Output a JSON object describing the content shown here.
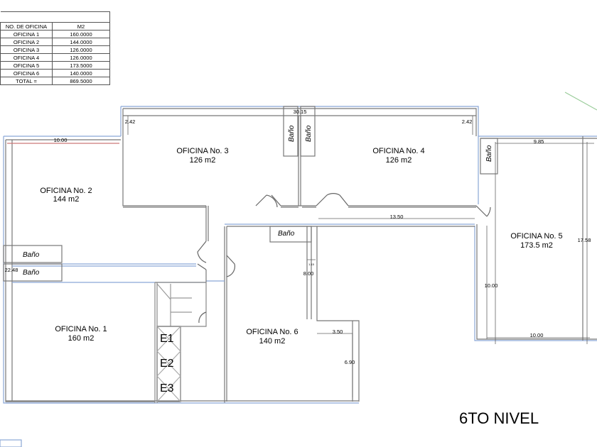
{
  "area_table": {
    "headers": [
      "NO. DE OFICINA",
      "M2"
    ],
    "rows": [
      {
        "name": "OFICINA 1",
        "m2": "160.0000"
      },
      {
        "name": "OFICINA 2",
        "m2": "144.0000"
      },
      {
        "name": "OFICINA 3",
        "m2": "126.0000"
      },
      {
        "name": "OFICINA 4",
        "m2": "126.0000"
      },
      {
        "name": "OFICINA 5",
        "m2": "173.5000"
      },
      {
        "name": "OFICINA 6",
        "m2": "140.0000"
      }
    ],
    "total_label": "TOTAL =",
    "total_value": "869.5000"
  },
  "rooms": {
    "of1": {
      "name": "OFICINA No. 1",
      "area": "160 m2"
    },
    "of2": {
      "name": "OFICINA No. 2",
      "area": "144 m2"
    },
    "of3": {
      "name": "OFICINA No. 3",
      "area": "126 m2"
    },
    "of4": {
      "name": "OFICINA No. 4",
      "area": "126 m2"
    },
    "of5": {
      "name": "OFICINA No. 5",
      "area": "173.5 m2"
    },
    "of6": {
      "name": "OFICINA No. 6",
      "area": "140 m2"
    }
  },
  "bathroom_label": "Baño",
  "elevators": [
    "E1",
    "E2",
    "E3"
  ],
  "dimensions": {
    "of2_width": "10.00",
    "of2_height": "22.48",
    "top_width": "30.15",
    "of3_offset": "2.42",
    "of4_offset": "2.42",
    "of5_top": "9.85",
    "of5_height": "17.58",
    "of5_left": "10.00",
    "of5_bottom": "10.00",
    "of6_top": "13.50",
    "of6_left": "8.00",
    "of6_small": "1.15",
    "of6_step": "3.50",
    "of6_right": "6.90"
  },
  "level_title": "6TO NIVEL"
}
